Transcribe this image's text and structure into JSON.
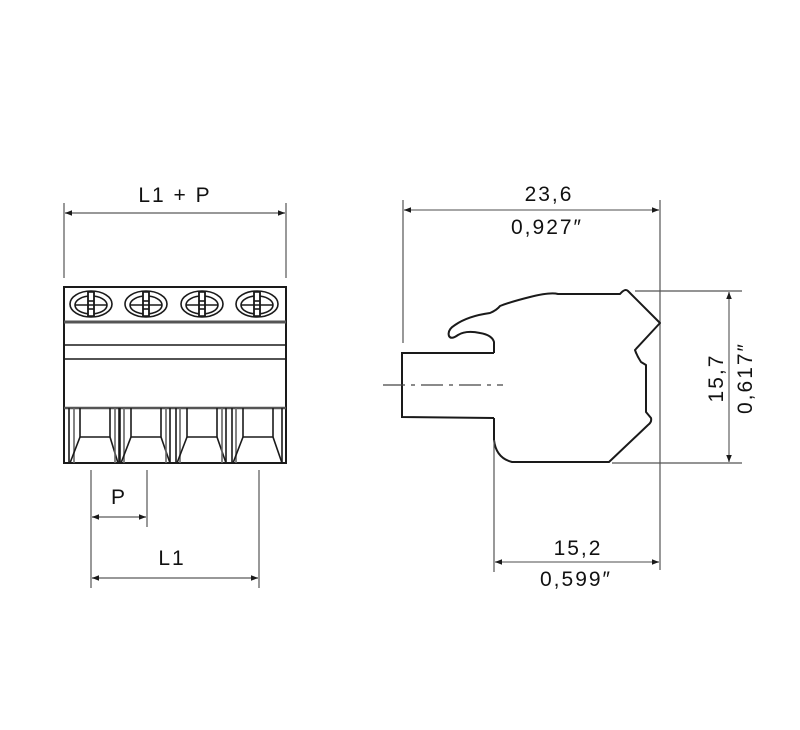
{
  "diagram": {
    "type": "technical-drawing",
    "subject": "pluggable terminal block connector (4-pole), front and side views",
    "colors": {
      "line": "#1a1a1a",
      "dimension_line": "#555555",
      "background": "#ffffff"
    },
    "front_view": {
      "poles": 4,
      "dimensions": {
        "overall": {
          "label": "L1 + P"
        },
        "pitch": {
          "label": "P"
        },
        "length": {
          "label": "L1"
        }
      }
    },
    "side_view": {
      "dimensions": {
        "overall_depth": {
          "mm": "23,6",
          "inch": "0,927″"
        },
        "height": {
          "mm": "15,7",
          "inch": "0,617″"
        },
        "body_depth": {
          "mm": "15,2",
          "inch": "0,599″"
        }
      }
    }
  }
}
